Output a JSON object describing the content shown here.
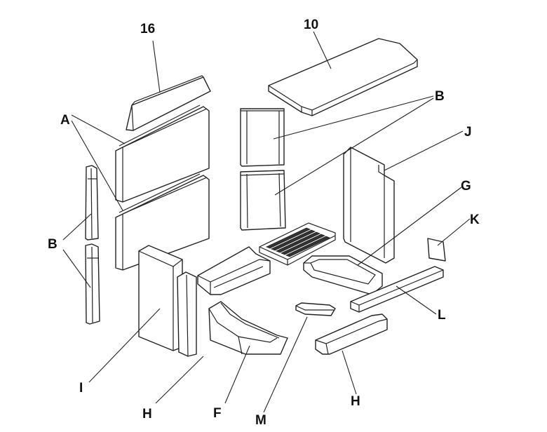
{
  "diagram": {
    "labels": {
      "part_16": "16",
      "part_10": "10",
      "part_a": "A",
      "part_b_top": "B",
      "part_b_left": "B",
      "part_j": "J",
      "part_g": "G",
      "part_k": "K",
      "part_l": "L",
      "part_i": "I",
      "part_h_left": "H",
      "part_f": "F",
      "part_m": "M",
      "part_h_right": "H"
    },
    "colors": {
      "line": "#222222",
      "fill": "#ffffff",
      "text": "#111111"
    }
  }
}
